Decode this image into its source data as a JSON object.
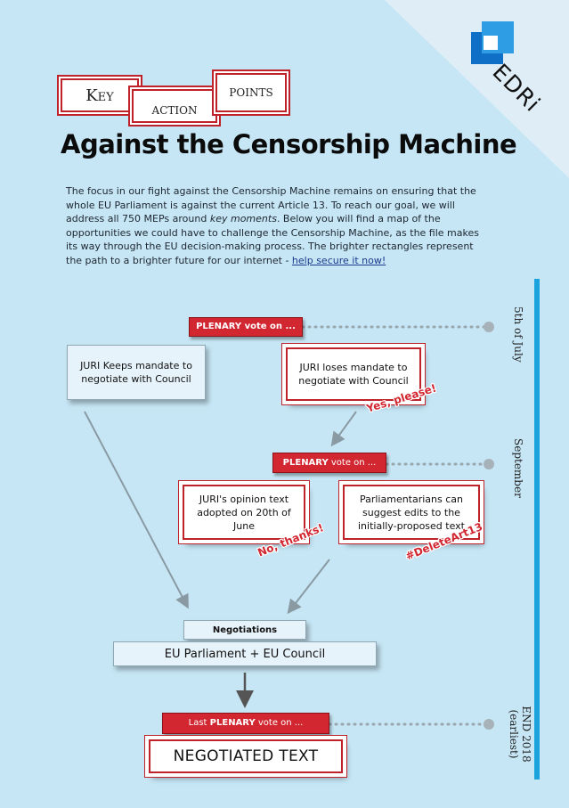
{
  "brand": {
    "name": "EDRi",
    "logo_color": "#0f6fc6",
    "corner_color": "#dfeef6"
  },
  "heading": {
    "kicker": [
      "Key",
      "action",
      "points"
    ],
    "title": "Against the Censorship Machine"
  },
  "intro": {
    "part1": "The focus in our fight against the Censorship Machine remains on ensuring that the whole EU Parliament is against the current Article 13. To reach our goal, we will address all 750 MEPs around ",
    "emphasis": "key moments",
    "part2": ". Below you will find a map of the opportunities we could have to challenge the Censorship Machine, as the file makes its way through the EU decision-making process. The brighter rectangles represent the path to a brighter future for our internet - ",
    "link": "help secure it now!"
  },
  "timeline": {
    "color": "#1aa3dc",
    "labels": [
      "5th of July",
      "September",
      "END 2018 (earliest)"
    ]
  },
  "flowchart": {
    "plenary_1": {
      "strong": "PLENARY vote on ...",
      "light": ""
    },
    "plenary_2": {
      "strong": "PLENARY",
      "light": " vote on ..."
    },
    "plenary_3": {
      "prefix": "Last ",
      "strong": "PLENARY",
      "light": " vote on ..."
    },
    "juri_keeps": "JURI Keeps mandate to negotiate with Council",
    "juri_loses": "JURI loses mandate to negotiate with Council",
    "juri_opinion": "JURI's opinion text adopted on 20th of June",
    "parliamentarians": "Parliamentarians can suggest edits to the initially-proposed text",
    "negotiations": "Negotiations",
    "eu_bodies": "EU Parliament + EU Council",
    "final": "NEGOTIATED TEXT",
    "stamp_yes": "Yes, please!",
    "stamp_no": "No, thanks!",
    "stamp_hashtag": "#DeleteArt13",
    "accent_red": "#d22630"
  }
}
